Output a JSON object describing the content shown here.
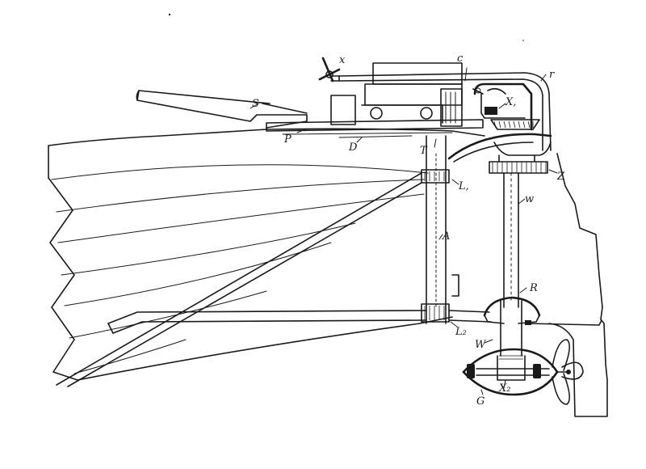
{
  "labels": {
    "S": "S",
    "x": "x",
    "C": "c",
    "r": "r",
    "X1": "X,",
    "P": "P",
    "D": "D",
    "T": "T",
    "Z": "Z",
    "L1": "L,",
    "w_upper": "w",
    "A": "A",
    "R": "R",
    "L2": "L₂",
    "W": "W",
    "X2": "X₂",
    "G": "G"
  }
}
